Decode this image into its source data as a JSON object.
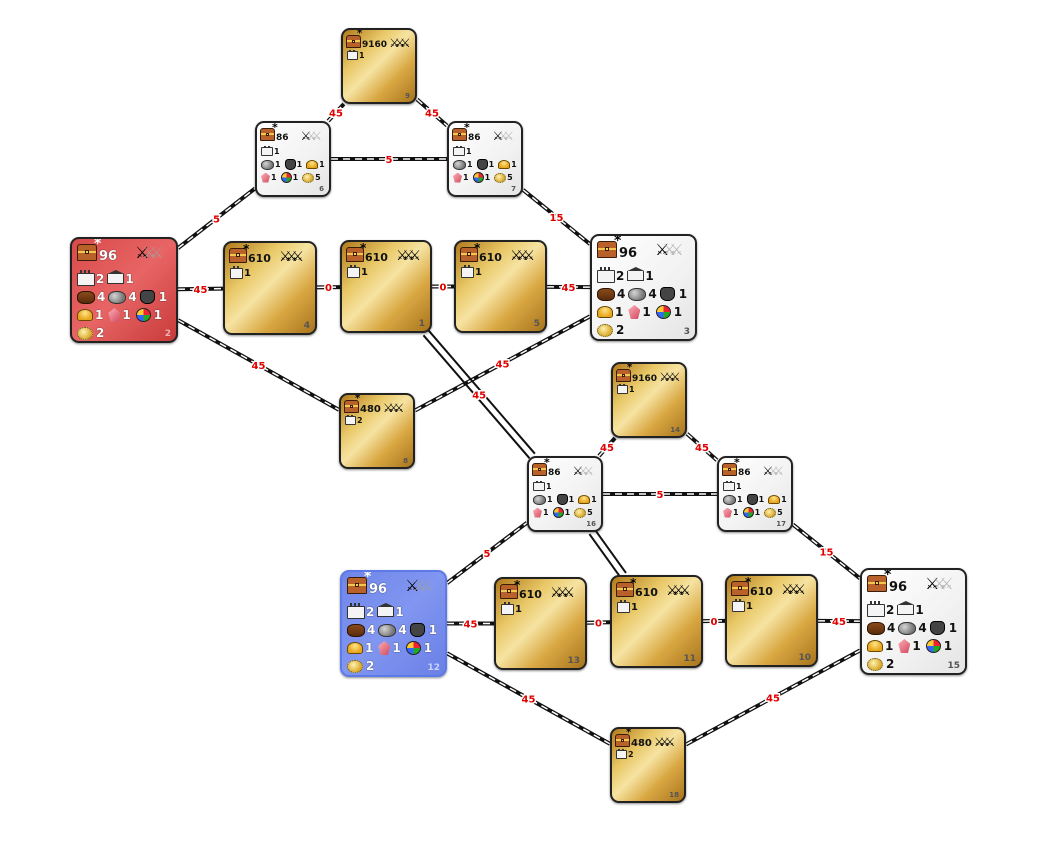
{
  "links": [
    {
      "from": "2",
      "to": "6",
      "label": "5"
    },
    {
      "from": "6",
      "to": "9",
      "label": "45"
    },
    {
      "from": "9",
      "to": "7",
      "label": "45"
    },
    {
      "from": "6",
      "to": "7",
      "label": "5"
    },
    {
      "from": "7",
      "to": "3",
      "label": "15"
    },
    {
      "from": "2",
      "to": "4",
      "label": "45"
    },
    {
      "from": "4",
      "to": "1",
      "label": "0"
    },
    {
      "from": "1",
      "to": "5",
      "label": "0"
    },
    {
      "from": "5",
      "to": "3",
      "label": "45"
    },
    {
      "from": "2",
      "to": "8",
      "label": "45"
    },
    {
      "from": "8",
      "to": "3",
      "label": "45"
    },
    {
      "from": "1",
      "to": "16",
      "label": "45"
    },
    {
      "from": "16",
      "to": "11",
      "label": ""
    },
    {
      "from": "12",
      "to": "16",
      "label": "5"
    },
    {
      "from": "16",
      "to": "14",
      "label": "45"
    },
    {
      "from": "14",
      "to": "17",
      "label": "45"
    },
    {
      "from": "16",
      "to": "17",
      "label": "5"
    },
    {
      "from": "17",
      "to": "15",
      "label": "15"
    },
    {
      "from": "12",
      "to": "13",
      "label": "45"
    },
    {
      "from": "13",
      "to": "11",
      "label": "0"
    },
    {
      "from": "11",
      "to": "10",
      "label": "0"
    },
    {
      "from": "10",
      "to": "15",
      "label": "45"
    },
    {
      "from": "12",
      "to": "18",
      "label": "45"
    },
    {
      "from": "18",
      "to": "15",
      "label": "45"
    }
  ],
  "nodes": {
    "2": {
      "id": "2",
      "kind": "red",
      "value": "96",
      "castles": "2",
      "houses": "1",
      "wood": "4",
      "stone": "4",
      "pot": "1",
      "sulfur": "1",
      "crystal": "1",
      "gems": "1",
      "gold": "2"
    },
    "3": {
      "id": "3",
      "kind": "white",
      "value": "96",
      "castles": "2",
      "houses": "1",
      "wood": "4",
      "stone": "4",
      "pot": "1",
      "sulfur": "1",
      "crystal": "1",
      "gems": "1",
      "gold": "2"
    },
    "12": {
      "id": "12",
      "kind": "blue",
      "value": "96",
      "castles": "2",
      "houses": "1",
      "wood": "4",
      "stone": "4",
      "pot": "1",
      "sulfur": "1",
      "crystal": "1",
      "gems": "1",
      "gold": "2"
    },
    "15": {
      "id": "15",
      "kind": "white",
      "value": "96",
      "castles": "2",
      "houses": "1",
      "wood": "4",
      "stone": "4",
      "pot": "1",
      "sulfur": "1",
      "crystal": "1",
      "gems": "1",
      "gold": "2"
    },
    "6": {
      "id": "6",
      "kind": "white-small",
      "value": "86",
      "castles": "1",
      "stone": "1",
      "pot": "1",
      "sulfur": "1",
      "crystal": "1",
      "gems": "1",
      "gold": "5"
    },
    "7": {
      "id": "7",
      "kind": "white-small",
      "value": "86",
      "castles": "1",
      "stone": "1",
      "pot": "1",
      "sulfur": "1",
      "crystal": "1",
      "gems": "1",
      "gold": "5"
    },
    "16": {
      "id": "16",
      "kind": "white-small",
      "value": "86",
      "castles": "1",
      "stone": "1",
      "pot": "1",
      "sulfur": "1",
      "crystal": "1",
      "gems": "1",
      "gold": "5"
    },
    "17": {
      "id": "17",
      "kind": "white-small",
      "value": "86",
      "castles": "1",
      "stone": "1",
      "pot": "1",
      "sulfur": "1",
      "crystal": "1",
      "gems": "1",
      "gold": "5"
    },
    "4": {
      "id": "4",
      "kind": "gold",
      "value": "610",
      "castles": "1"
    },
    "1": {
      "id": "1",
      "kind": "gold",
      "value": "610",
      "castles": "1"
    },
    "5": {
      "id": "5",
      "kind": "gold",
      "value": "610",
      "castles": "1"
    },
    "13": {
      "id": "13",
      "kind": "gold",
      "value": "610",
      "castles": "1"
    },
    "11": {
      "id": "11",
      "kind": "gold",
      "value": "610",
      "castles": "1"
    },
    "10": {
      "id": "10",
      "kind": "gold",
      "value": "610",
      "castles": "1"
    },
    "9": {
      "id": "9",
      "kind": "gold-small",
      "value": "9160",
      "castles": "1"
    },
    "14": {
      "id": "14",
      "kind": "gold-small",
      "value": "9160",
      "castles": "1"
    },
    "8": {
      "id": "8",
      "kind": "gold-small",
      "value": "480",
      "castles": "2"
    },
    "18": {
      "id": "18",
      "kind": "gold-small",
      "value": "480",
      "castles": "2"
    }
  },
  "colors": {
    "link_label": "#e00000",
    "player_red": "#e05a5a",
    "player_blue": "#7a90ee",
    "neutral": "#f2f2f2",
    "gold_tile": "#deb553"
  },
  "icons": [
    "treasure-chest-icon",
    "sword-icon",
    "castle-icon",
    "house-icon",
    "wood-icon",
    "stone-icon",
    "cauldron-icon",
    "sulfur-icon",
    "crystal-icon",
    "gems-icon",
    "gold-icon"
  ]
}
